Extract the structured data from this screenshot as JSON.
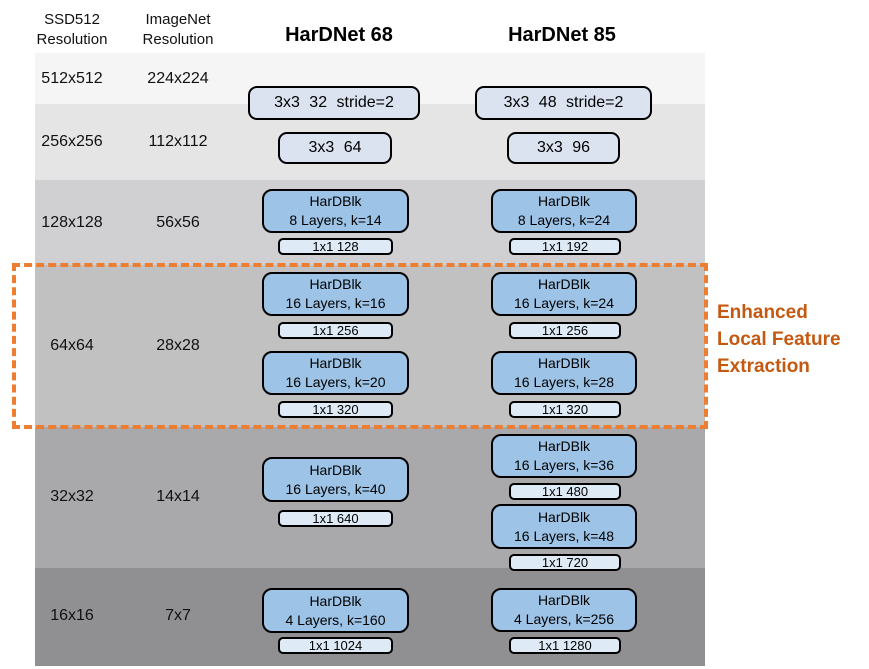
{
  "header": {
    "col_ssd": {
      "line1": "SSD512",
      "line2": "Resolution"
    },
    "col_imagenet": {
      "line1": "ImageNet",
      "line2": "Resolution"
    },
    "net68_title": "HarDNet 68",
    "net85_title": "HarDNet 85"
  },
  "resolution_rows": [
    {
      "ssd": "512x512",
      "imagenet": "224x224"
    },
    {
      "ssd": "256x256",
      "imagenet": "112x112"
    },
    {
      "ssd": "128x128",
      "imagenet": "56x56"
    },
    {
      "ssd": "64x64",
      "imagenet": "28x28"
    },
    {
      "ssd": "32x32",
      "imagenet": "14x14"
    },
    {
      "ssd": "16x16",
      "imagenet": "7x7"
    }
  ],
  "net68": {
    "conv1": "3x3 32 stride=2",
    "conv2": "3x3 64",
    "s3_blk": {
      "l1": "HarDBlk",
      "l2": "8 Layers, k=14"
    },
    "s3_trans": "1x1 128",
    "s4_blk1": {
      "l1": "HarDBlk",
      "l2": "16 Layers, k=16"
    },
    "s4_trans1": "1x1 256",
    "s4_blk2": {
      "l1": "HarDBlk",
      "l2": "16 Layers, k=20"
    },
    "s4_trans2": "1x1 320",
    "s5_blk": {
      "l1": "HarDBlk",
      "l2": "16 Layers, k=40"
    },
    "s5_trans": "1x1 640",
    "s6_blk": {
      "l1": "HarDBlk",
      "l2": "4 Layers, k=160"
    },
    "s6_trans": "1x1 1024"
  },
  "net85": {
    "conv1": "3x3 48 stride=2",
    "conv2": "3x3 96",
    "s3_blk": {
      "l1": "HarDBlk",
      "l2": "8 Layers, k=24"
    },
    "s3_trans": "1x1 192",
    "s4_blk1": {
      "l1": "HarDBlk",
      "l2": "16 Layers, k=24"
    },
    "s4_trans1": "1x1 256",
    "s4_blk2": {
      "l1": "HarDBlk",
      "l2": "16 Layers, k=28"
    },
    "s4_trans2": "1x1 320",
    "s5_blk1": {
      "l1": "HarDBlk",
      "l2": "16 Layers, k=36"
    },
    "s5_trans1": "1x1 480",
    "s5_blk2": {
      "l1": "HarDBlk",
      "l2": "16 Layers, k=48"
    },
    "s5_trans2": "1x1 720",
    "s6_blk": {
      "l1": "HarDBlk",
      "l2": "4 Layers, k=256"
    },
    "s6_trans": "1x1 1280"
  },
  "annotation": {
    "line1": "Enhanced",
    "line2": "Local Feature",
    "line3": "Extraction"
  },
  "colors": {
    "hardblk_fill": "#9DC3E6",
    "transition_fill": "#DEEBF7",
    "conv_fill": "#DBE3F1",
    "dashed_border": "#ED7D31",
    "annotation_text": "#C45911",
    "row_shades": [
      "#F5F5F6",
      "#E5E5E6",
      "#D0D0D2",
      "#C1C1C2",
      "#A9A9AB",
      "#909092"
    ]
  }
}
